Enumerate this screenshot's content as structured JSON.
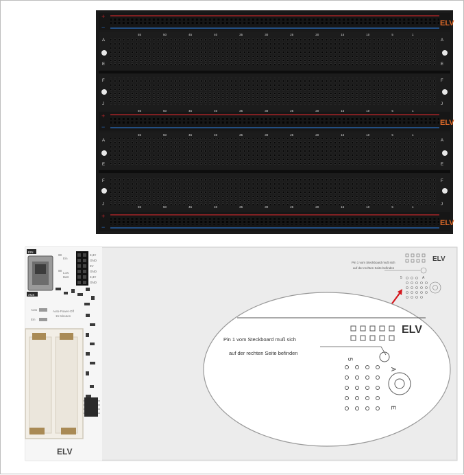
{
  "breadboard": {
    "brand": "ELV",
    "row_letters_top": [
      "A",
      "E"
    ],
    "row_letters_bottom": [
      "F",
      "J"
    ],
    "column_numbers": [
      "1",
      "5",
      "10",
      "15",
      "20",
      "25",
      "30",
      "35",
      "40",
      "45",
      "50",
      "55"
    ]
  },
  "base_board": {
    "brand_top": "ELV",
    "brand_bottom": "ELV",
    "switch_on_label": "EIN",
    "switch_off_label": "AUS",
    "led_label_on": "Ein",
    "led_label_low": "Low",
    "led_label_batt": "Batt",
    "pin_labels": [
      "3,3V",
      "GND",
      "5V",
      "GND",
      "3,3V",
      "GND"
    ],
    "auto_label": "Auto",
    "ein_label": "Ein",
    "auto_power_off": "Auto-Power-Off",
    "minutes": "15 Minuten",
    "small_note_line1": "Pin 1 vom Steckboard muß sich",
    "small_note_line2": "auf der rechten Seite befinden",
    "small_letter": "A",
    "small_number": "5"
  },
  "zoom": {
    "brand": "ELV",
    "note_line1": "Pin 1 vom Steckboard muß sich",
    "note_line2": "auf der rechten Seite befinden",
    "letter_a": "A",
    "letter_e": "E",
    "number_5": "5"
  },
  "colors": {
    "board": "#1b1b1b",
    "red_rail": "#c0262a",
    "blue_rail": "#2b6fc4",
    "logo_orange": "#e06a28",
    "arrow_red": "#d4161d",
    "pcb_white": "#f4f4f4"
  }
}
